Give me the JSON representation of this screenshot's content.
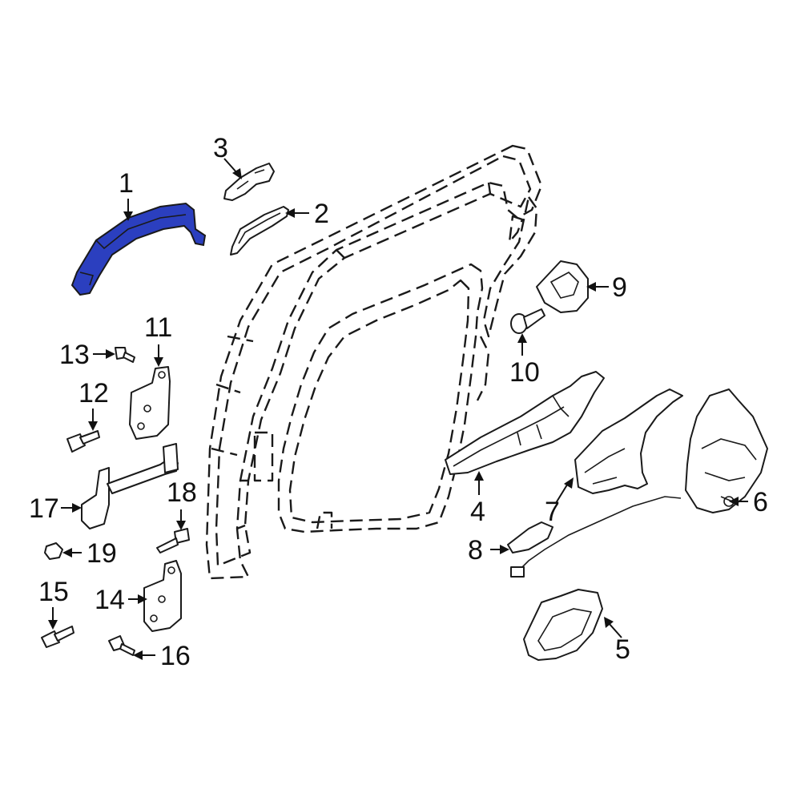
{
  "diagram": {
    "highlight_color": "#2b3fbf",
    "line_color": "#1a1a1a",
    "callouts": [
      {
        "id": "1",
        "label": "1"
      },
      {
        "id": "2",
        "label": "2"
      },
      {
        "id": "3",
        "label": "3"
      },
      {
        "id": "4",
        "label": "4"
      },
      {
        "id": "5",
        "label": "5"
      },
      {
        "id": "6",
        "label": "6"
      },
      {
        "id": "7",
        "label": "7"
      },
      {
        "id": "8",
        "label": "8"
      },
      {
        "id": "9",
        "label": "9"
      },
      {
        "id": "10",
        "label": "10"
      },
      {
        "id": "11",
        "label": "11"
      },
      {
        "id": "12",
        "label": "12"
      },
      {
        "id": "13",
        "label": "13"
      },
      {
        "id": "14",
        "label": "14"
      },
      {
        "id": "15",
        "label": "15"
      },
      {
        "id": "16",
        "label": "16"
      },
      {
        "id": "17",
        "label": "17"
      },
      {
        "id": "18",
        "label": "18"
      },
      {
        "id": "19",
        "label": "19"
      }
    ]
  }
}
